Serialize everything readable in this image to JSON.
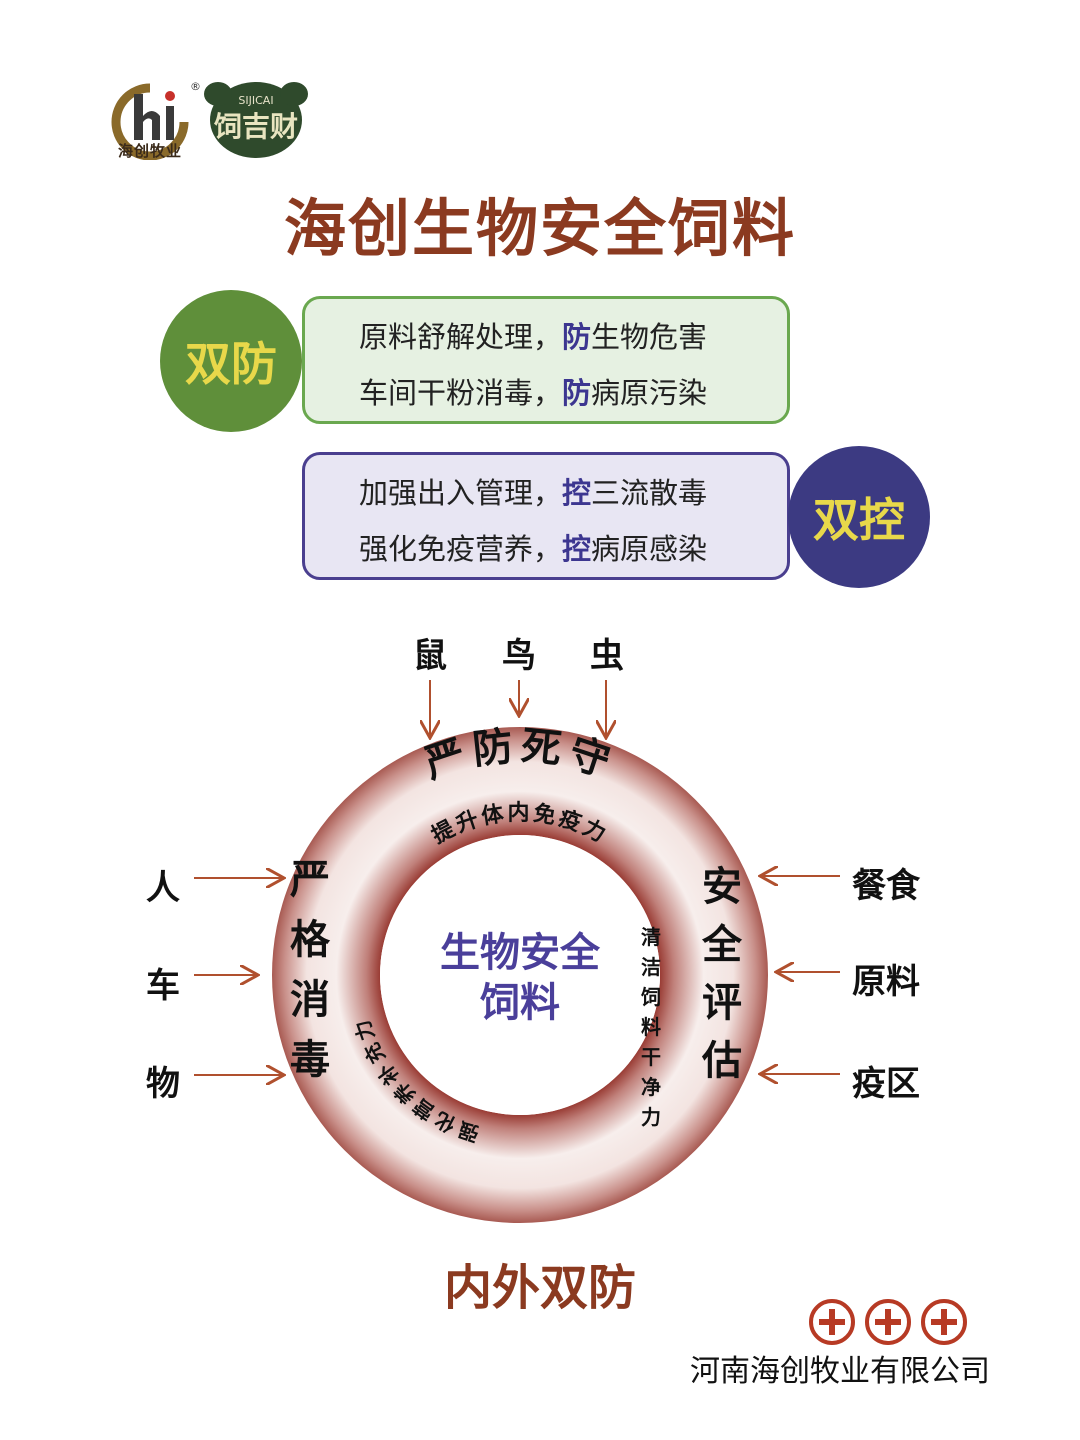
{
  "logos": {
    "haichuang_text": "海创牧业",
    "registered_mark": "®",
    "sijicai_en": "SIJICAI",
    "sijicai_cn": "饲吉财"
  },
  "title": "海创生物安全饲料",
  "dual_prevent": {
    "badge": "双防",
    "lines": [
      {
        "pre": "原料舒解处理，",
        "kw": "防",
        "post": "生物危害"
      },
      {
        "pre": "车间干粉消毒，",
        "kw": "防",
        "post": "病原污染"
      }
    ]
  },
  "dual_control": {
    "badge": "双控",
    "lines": [
      {
        "pre": "加强出入管理，",
        "kw": "控",
        "post": "三流散毒"
      },
      {
        "pre": "强化免疫营养，",
        "kw": "控",
        "post": "病原感染"
      }
    ]
  },
  "diagram": {
    "top_threats": [
      "鼠",
      "鸟",
      "虫"
    ],
    "left_threats": [
      "人",
      "车",
      "物"
    ],
    "right_threats": [
      "餐食",
      "原料",
      "疫区"
    ],
    "ring_top": "严防死守",
    "ring_left": "严格消毒",
    "ring_right": "安全评估",
    "inner_top": "提升体内免疫力",
    "inner_left": "强化营养补充力",
    "inner_right": "清洁饲料干净力",
    "center": [
      "生物安全",
      "饲料"
    ]
  },
  "bottom_title": "内外双防",
  "company": "河南海创牧业有限公司",
  "colors": {
    "brand_red": "#8b3a20",
    "green": "#5f8f3a",
    "purple": "#3c3a82",
    "accent_yellow": "#e8d84a"
  }
}
